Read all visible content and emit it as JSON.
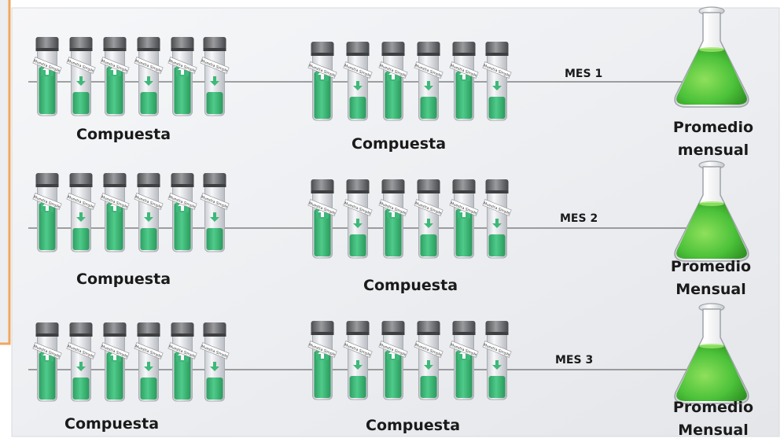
{
  "colors": {
    "panel_border": "#f2a65e",
    "panel_fill": "#eceef1",
    "liquid": "#3fb879",
    "flask_liquid": "#4cc23a",
    "cap": "#6d6e70"
  },
  "tube_label": "Muestra Simple",
  "rows": [
    {
      "composite_left": "Compuesta",
      "composite_mid": "Compuesta",
      "month": "MES 1",
      "result_line1": "Promedio",
      "result_line2": "mensual"
    },
    {
      "composite_left": "Compuesta",
      "composite_mid": "Compuesta",
      "month": "MES 2",
      "result_line1": "Promedio",
      "result_line2": "Mensual"
    },
    {
      "composite_left": "Compuesta",
      "composite_mid": "Compuesta",
      "month": "MES 3",
      "result_line1": "Promedio",
      "result_line2": "Mensual"
    }
  ]
}
